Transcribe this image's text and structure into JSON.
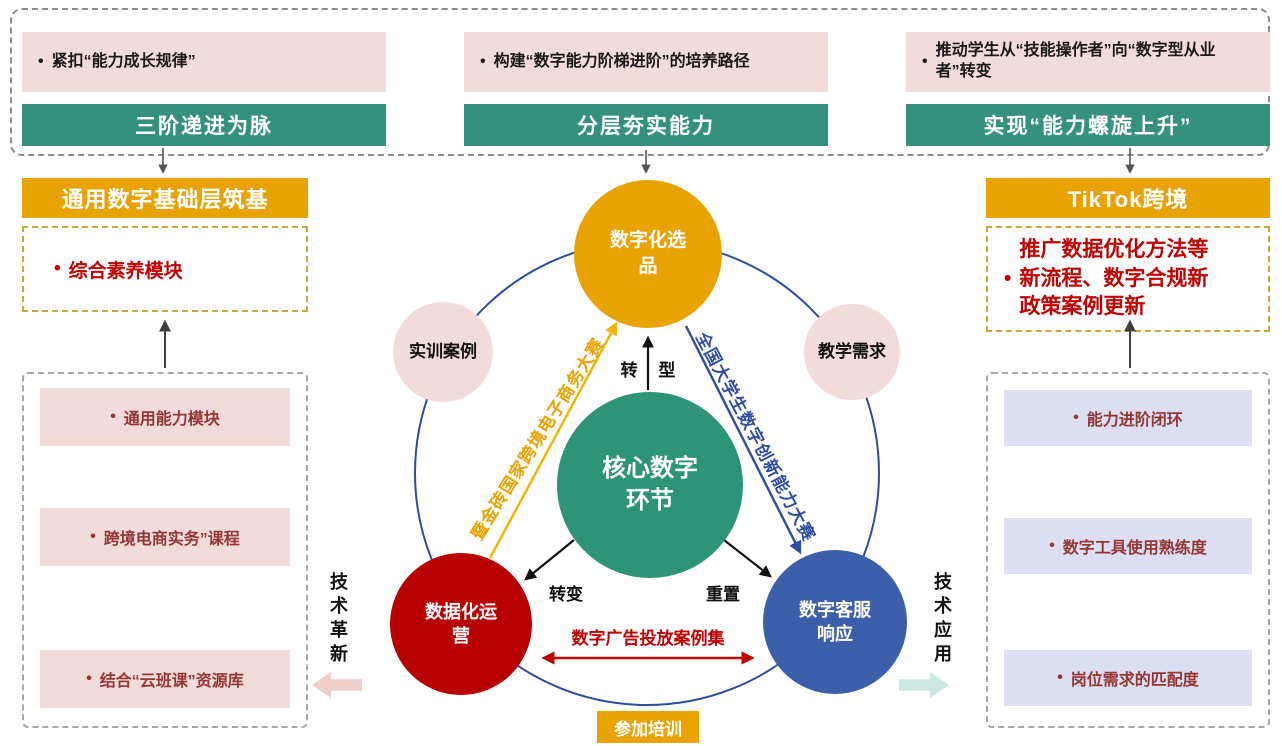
{
  "colors": {
    "teal": "#35917E",
    "gold": "#E8A202",
    "deep_red": "#B90000",
    "royal_blue": "#3D5EA9",
    "navy_outline": "#2F4C9E",
    "pink": "#F2DCDB",
    "lavender": "#DBDFF1",
    "maroon_text": "#943634",
    "red_text": "#C00000",
    "yellow_arrow": "#F2B200"
  },
  "top_banner": {
    "groups": [
      {
        "note": "紧扣“能力成长规律”",
        "bar": "三阶递进为脉"
      },
      {
        "note": "构建“数字能力阶梯进阶”的培养路径",
        "bar": "分层夯实能力"
      },
      {
        "note": "推动学生从“技能操作者”向“数字型从业者”转变",
        "bar": "实现“能力螺旋上升”"
      }
    ]
  },
  "left_panel": {
    "header": "通用数字基础层筑基",
    "highlight": "综合素养模块",
    "modules": [
      "通用能力模块",
      "跨境电商实务”课程",
      "结合“云班课”资源库"
    ],
    "side_label": "技术革新"
  },
  "right_panel": {
    "header": "TikTok跨境",
    "highlight": "推广数据优化方法等新流程、数字合规新政策案例更新",
    "modules": [
      "能力进阶闭环",
      "数字工具使用熟练度",
      "岗位需求的匹配度"
    ],
    "side_label": "技术应用"
  },
  "center": {
    "hub": "核心数字环节",
    "top_circle": "数字化选品",
    "left_circle": "数据化运营",
    "right_circle": "数字客服响应",
    "satellite_left": "实训案例",
    "satellite_right": "教学需求",
    "arrow_top": "转 型",
    "arrow_left": "转变",
    "arrow_right": "重置",
    "diagonal_left": "暨金砖国家跨境电子商务大赛",
    "diagonal_right": "全国大学生数字创新能力大赛",
    "bottom_link": "数字广告投放案例集",
    "training": "参加培训"
  }
}
